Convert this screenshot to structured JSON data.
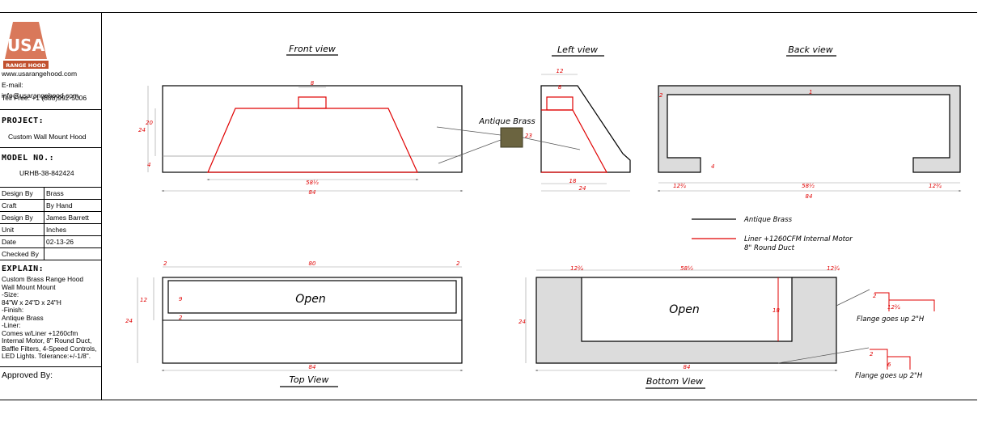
{
  "company": {
    "logo_text": "USA",
    "logo_sub": "RANGE HOOD",
    "website": "www.usarangehood.com",
    "email": "E-mail: info@usarangehood.com",
    "phone": "Tell Free: +1 (888)992-5006"
  },
  "project": {
    "label": "PROJECT:",
    "value": "Custom Wall Mount Hood"
  },
  "model": {
    "label": "MODEL NO.:",
    "value": "URHB-38-842424"
  },
  "info_rows": [
    {
      "key": "Design By",
      "value": "Brass"
    },
    {
      "key": "Craft",
      "value": "By Hand"
    },
    {
      "key": "Design By",
      "value": "James Barrett"
    },
    {
      "key": "Unit",
      "value": "Inches"
    },
    {
      "key": "Date",
      "value": "02-13-26"
    },
    {
      "key": "Checked By",
      "value": ""
    }
  ],
  "explain": {
    "label": "EXPLAIN:",
    "lines": [
      "Custom Brass Range Hood",
      "Wall Mount Mount",
      "-Size:",
      "84\"W x 24\"D x 24\"H",
      "-Finish:",
      "Antique Brass",
      "-Liner:",
      "Comes w/Liner +1260cfm",
      "Internal Motor, 8\" Round Duct,",
      "Baffle Filters, 4-Speed Controls,",
      "LED Lights. Tolerance:+/-1/8\"."
    ]
  },
  "approved": "Approved By:",
  "views": {
    "front": "Front view",
    "left": "Left view",
    "back": "Back view",
    "top": "Top View",
    "bottom": "Bottom View"
  },
  "labels": {
    "antique_brass": "Antique Brass",
    "open": "Open",
    "flange": "Flange goes up 2\"H",
    "legend_black": "Antique Brass",
    "legend_red_1": "Liner +1260CFM Internal Motor",
    "legend_red_2": "8\" Round Duct"
  },
  "dims": {
    "d84": "84",
    "d58": "58½",
    "d8": "8",
    "d24": "24",
    "d20": "20",
    "d4": "4",
    "d12": "12",
    "d18": "18",
    "d23": "23",
    "d2": "2",
    "d1": "1",
    "d12q": "12¾",
    "d80": "80",
    "d9": "9",
    "d6": "6"
  },
  "colors": {
    "liner": "#e00000",
    "brass_swatch": "#6b6440",
    "fill_gray": "#dcdcdc"
  }
}
